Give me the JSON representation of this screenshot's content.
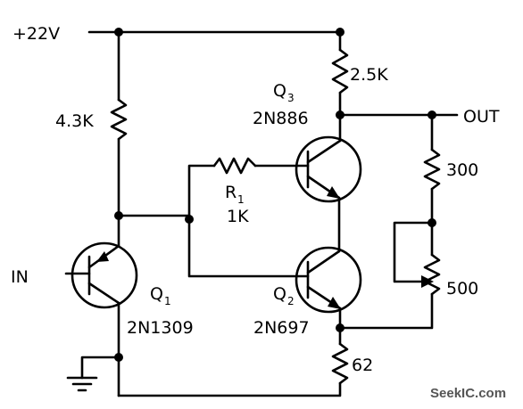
{
  "supply": {
    "label": "+22V"
  },
  "terminals": {
    "input": "IN",
    "output": "OUT"
  },
  "resistors": {
    "r_collector_q3": "2.5K",
    "r_collector_q1": "4.3K",
    "r1_name": "R",
    "r1_sub": "1",
    "r1_value": "1K",
    "r_divider": "300",
    "r_pot": "500",
    "r_emitter": "62"
  },
  "transistors": {
    "q1": {
      "name": "Q",
      "sub": "1",
      "part": "2N1309"
    },
    "q2": {
      "name": "Q",
      "sub": "2",
      "part": "2N697"
    },
    "q3": {
      "name": "Q",
      "sub": "3",
      "part": "2N886"
    }
  },
  "watermark": "SeekIC.com"
}
